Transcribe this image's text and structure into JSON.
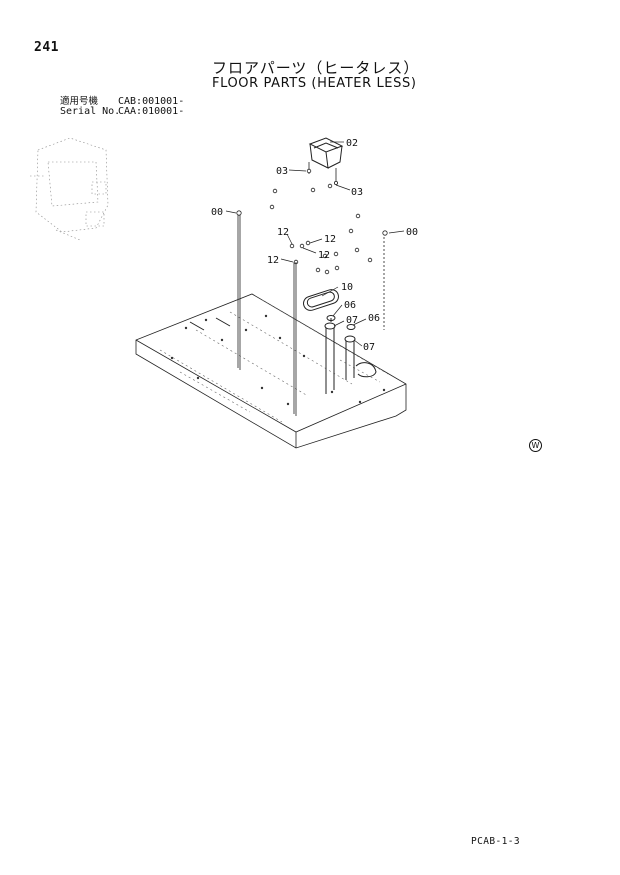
{
  "header": {
    "page_number": "241",
    "title_jp": "フロアパーツ（ヒータレス）",
    "title_en": "FLOOR PARTS (HEATER LESS)"
  },
  "applicability": [
    {
      "label": "適用号機",
      "value": "CAB:001001-"
    },
    {
      "label": "Serial No.",
      "value": "CAA:010001-"
    }
  ],
  "callouts": {
    "c02": "02",
    "c03a": "03",
    "c03b": "03",
    "c00a": "00",
    "c00b": "00",
    "c12a": "12",
    "c12b": "12",
    "c12c": "12",
    "c12d": "12",
    "c10": "10",
    "c06a": "06",
    "c07a": "07",
    "c06b": "06",
    "c07b": "07"
  },
  "marker_symbol": "W",
  "footer": {
    "page_code": "PCAB-1-3"
  }
}
